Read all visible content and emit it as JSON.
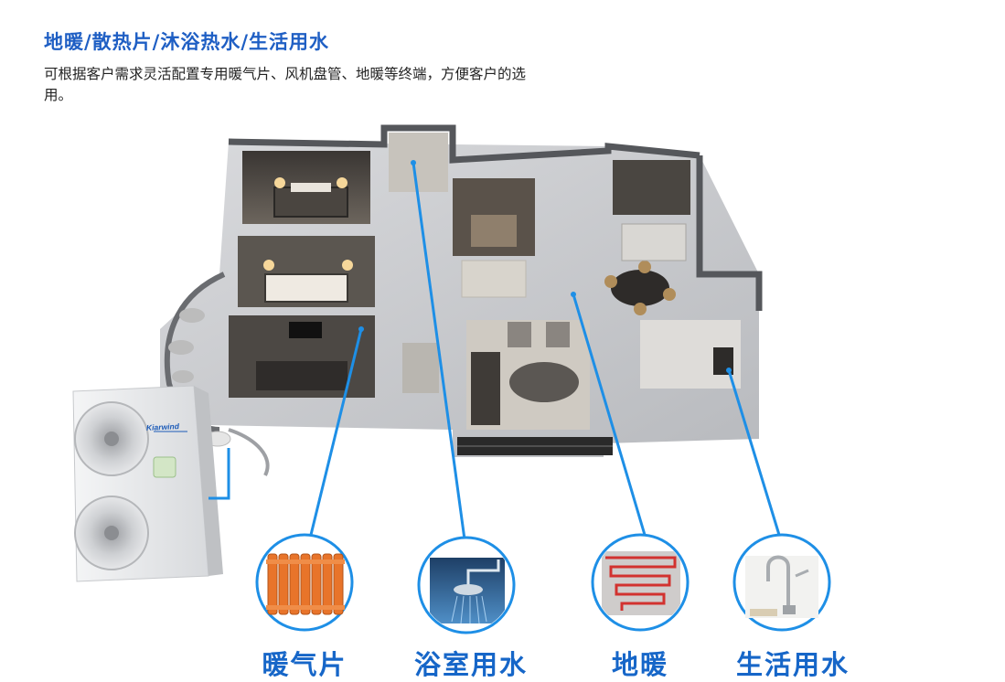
{
  "header": {
    "title": "地暖/散热片/沐浴热水/生活用水",
    "description": "可根据客户需求灵活配置专用暖气片、风机盘管、地暖等终端，方便客户的选用。"
  },
  "outdoor_unit": {
    "brand": "Kiarwind"
  },
  "terminals": [
    {
      "icon": "radiator-icon",
      "label": "暖气片"
    },
    {
      "icon": "shower-icon",
      "label": "浴室用水"
    },
    {
      "icon": "floor-heating-icon",
      "label": "地暖"
    },
    {
      "icon": "faucet-icon",
      "label": "生活用水"
    }
  ],
  "colors": {
    "accent_blue": "#1666c8",
    "title_blue": "#1f5fc4",
    "line_blue": "#1e8fe6",
    "radiator_orange": "#e8742a",
    "floor_pipe_red": "#d2322f"
  }
}
